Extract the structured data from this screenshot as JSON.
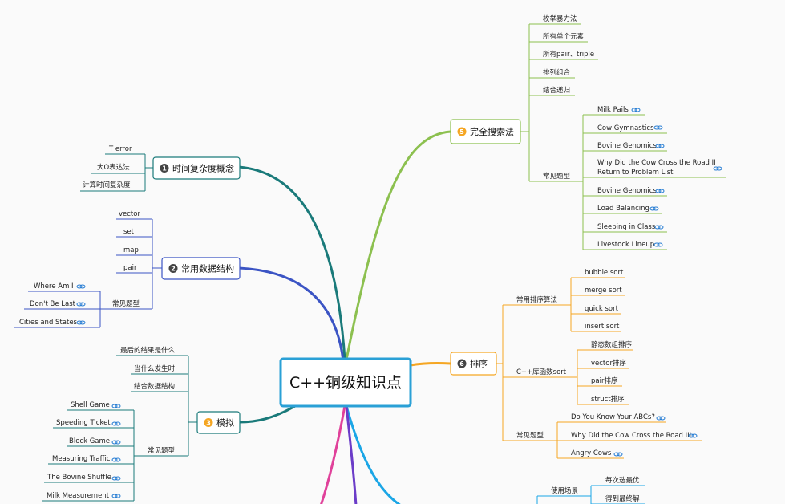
{
  "center": {
    "title": "C++铜级知识点"
  },
  "colors": {
    "complexity": "#1a7a7a",
    "datastruct": "#3b54c4",
    "simulation": "#1a7a7a",
    "search": "#8cc04f",
    "sorting": "#f5a623",
    "greedy": "#1ba6e6",
    "pink": "#e0419a",
    "purple": "#6b3cc8",
    "nodeBorder": "#1a7a7a",
    "centerBorder": "#2aa0d6",
    "badgeDark": "#444444",
    "badgeOrange": "#f5a623"
  },
  "topics": {
    "complexity": {
      "num": "1",
      "label": "时间复杂度概念",
      "children": [
        "T error",
        "大O表达法",
        "计算时间复杂度"
      ]
    },
    "datastruct": {
      "num": "2",
      "label": "常用数据结构",
      "children": [
        "vector",
        "set",
        "map",
        "pair"
      ],
      "problems_label": "常见题型",
      "problems": [
        "Where Am I",
        "Don't Be Last",
        "Cities and States"
      ]
    },
    "simulation": {
      "num": "3",
      "label": "模拟",
      "children": [
        "最后的结果是什么",
        "当什么发生时",
        "结合数据结构"
      ],
      "problems_label": "常见题型",
      "problems": [
        "Shell Game",
        "Speeding Ticket",
        "Block Game",
        "Measuring Traffic",
        "The Bovine Shuffle",
        "Milk Measurement"
      ]
    },
    "search": {
      "num": "5",
      "label": "完全搜索法",
      "children": [
        "枚举暴力法",
        "所有单个元素",
        "所有pair、triple",
        "排列组合",
        "结合递归"
      ],
      "problems_label": "常见题型",
      "problems": [
        "Milk Pails",
        "Cow Gymnastics",
        "Bovine Genomics",
        "Why Did the Cow Cross the Road II Return to Problem List",
        "Bovine Genomics",
        "Load Balancing",
        "Sleeping in Class",
        "Livestock Lineup"
      ]
    },
    "sorting": {
      "num": "6",
      "label": "排序",
      "algos_label": "常用排序算法",
      "algos": [
        "bubble sort",
        "merge sort",
        "quick sort",
        "insert sort"
      ],
      "lib_label": "C++库函数sort",
      "lib": [
        "静态数组排序",
        "vector排序",
        "pair排序",
        "struct排序"
      ],
      "problems_label": "常见题型",
      "problems": [
        "Do You Know Your ABCs?",
        "Why Did the Cow Cross the Road III",
        "Angry Cows"
      ]
    },
    "greedy": {
      "usage_label": "使用场景",
      "usage": [
        "每次选最优",
        "得到最终解"
      ]
    }
  }
}
